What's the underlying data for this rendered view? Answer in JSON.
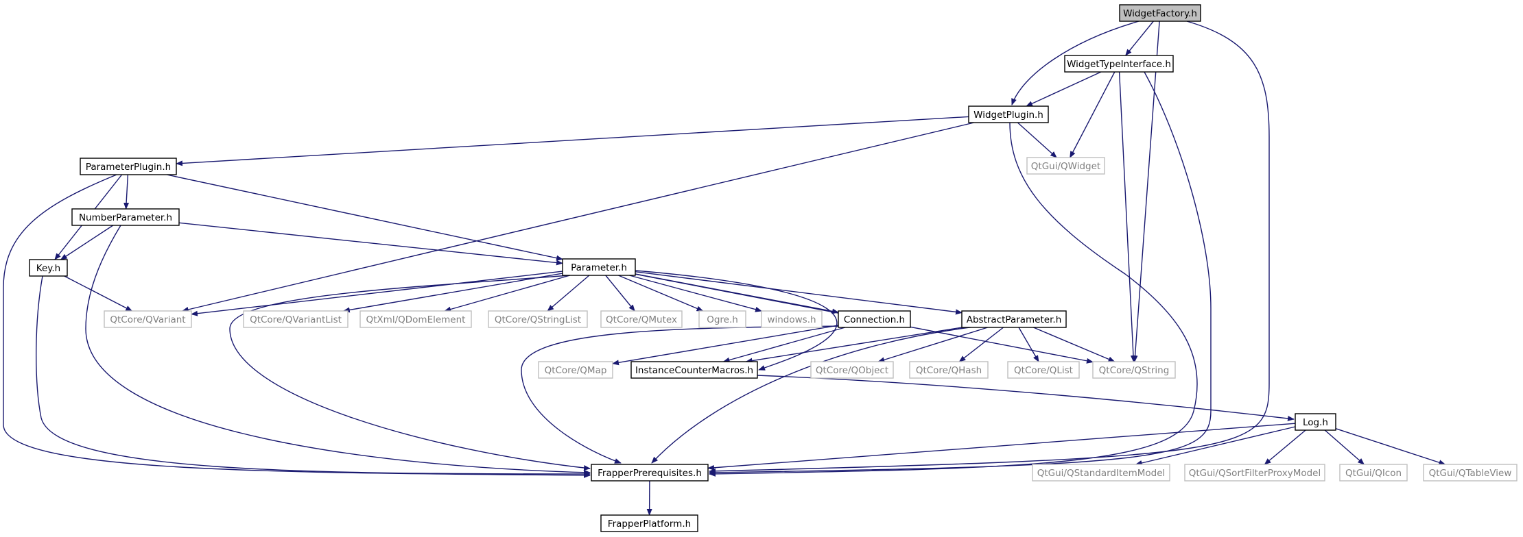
{
  "colors": {
    "edge": "#191970",
    "node_border": "#000000",
    "external_border": "#bfbfbf",
    "external_text": "#808080",
    "root_fill": "#bfbfbf",
    "text": "#000000"
  },
  "nodes": [
    {
      "id": "widgetfactory",
      "label": "WidgetFactory.h",
      "kind": "root"
    },
    {
      "id": "widgettypeinterface",
      "label": "WidgetTypeInterface.h",
      "kind": "header"
    },
    {
      "id": "widgetplugin",
      "label": "WidgetPlugin.h",
      "kind": "header"
    },
    {
      "id": "qwidget",
      "label": "QtGui/QWidget",
      "kind": "external"
    },
    {
      "id": "parameterplugin",
      "label": "ParameterPlugin.h",
      "kind": "header"
    },
    {
      "id": "numberparameter",
      "label": "NumberParameter.h",
      "kind": "header"
    },
    {
      "id": "key",
      "label": "Key.h",
      "kind": "header"
    },
    {
      "id": "parameter",
      "label": "Parameter.h",
      "kind": "header"
    },
    {
      "id": "qvariant",
      "label": "QtCore/QVariant",
      "kind": "external"
    },
    {
      "id": "qvariantlist",
      "label": "QtCore/QVariantList",
      "kind": "external"
    },
    {
      "id": "qdomelement",
      "label": "QtXml/QDomElement",
      "kind": "external"
    },
    {
      "id": "qstringlist",
      "label": "QtCore/QStringList",
      "kind": "external"
    },
    {
      "id": "qmutex",
      "label": "QtCore/QMutex",
      "kind": "external"
    },
    {
      "id": "ogre",
      "label": "Ogre.h",
      "kind": "external"
    },
    {
      "id": "windows",
      "label": "windows.h",
      "kind": "external"
    },
    {
      "id": "connection",
      "label": "Connection.h",
      "kind": "header"
    },
    {
      "id": "abstractparameter",
      "label": "AbstractParameter.h",
      "kind": "header"
    },
    {
      "id": "qmap",
      "label": "QtCore/QMap",
      "kind": "external"
    },
    {
      "id": "instancecounter",
      "label": "InstanceCounterMacros.h",
      "kind": "header"
    },
    {
      "id": "qobject",
      "label": "QtCore/QObject",
      "kind": "external"
    },
    {
      "id": "qhash",
      "label": "QtCore/QHash",
      "kind": "external"
    },
    {
      "id": "qlist",
      "label": "QtCore/QList",
      "kind": "external"
    },
    {
      "id": "qstring",
      "label": "QtCore/QString",
      "kind": "external"
    },
    {
      "id": "log",
      "label": "Log.h",
      "kind": "header"
    },
    {
      "id": "frapperprereq",
      "label": "FrapperPrerequisites.h",
      "kind": "header"
    },
    {
      "id": "qstandarditemmodel",
      "label": "QtGui/QStandardItemModel",
      "kind": "external"
    },
    {
      "id": "qsortfilter",
      "label": "QtGui/QSortFilterProxyModel",
      "kind": "external"
    },
    {
      "id": "qicon",
      "label": "QtGui/QIcon",
      "kind": "external"
    },
    {
      "id": "qtableview",
      "label": "QtGui/QTableView",
      "kind": "external"
    },
    {
      "id": "frapperplatform",
      "label": "FrapperPlatform.h",
      "kind": "header"
    }
  ],
  "edges": [
    {
      "from": "widgetfactory",
      "to": "widgettypeinterface"
    },
    {
      "from": "widgetfactory",
      "to": "widgetplugin"
    },
    {
      "from": "widgetfactory",
      "to": "qstring"
    },
    {
      "from": "widgetfactory",
      "to": "frapperprereq"
    },
    {
      "from": "widgettypeinterface",
      "to": "widgetplugin"
    },
    {
      "from": "widgettypeinterface",
      "to": "qwidget"
    },
    {
      "from": "widgettypeinterface",
      "to": "qstring"
    },
    {
      "from": "widgettypeinterface",
      "to": "frapperprereq"
    },
    {
      "from": "widgetplugin",
      "to": "parameterplugin"
    },
    {
      "from": "widgetplugin",
      "to": "qwidget"
    },
    {
      "from": "widgetplugin",
      "to": "qvariant"
    },
    {
      "from": "widgetplugin",
      "to": "frapperprereq"
    },
    {
      "from": "parameterplugin",
      "to": "numberparameter"
    },
    {
      "from": "parameterplugin",
      "to": "key"
    },
    {
      "from": "parameterplugin",
      "to": "parameter"
    },
    {
      "from": "parameterplugin",
      "to": "frapperprereq"
    },
    {
      "from": "numberparameter",
      "to": "key"
    },
    {
      "from": "numberparameter",
      "to": "parameter"
    },
    {
      "from": "numberparameter",
      "to": "frapperprereq"
    },
    {
      "from": "key",
      "to": "qvariant"
    },
    {
      "from": "key",
      "to": "frapperprereq"
    },
    {
      "from": "parameter",
      "to": "qvariant"
    },
    {
      "from": "parameter",
      "to": "qvariantlist"
    },
    {
      "from": "parameter",
      "to": "qdomelement"
    },
    {
      "from": "parameter",
      "to": "qstringlist"
    },
    {
      "from": "parameter",
      "to": "qmutex"
    },
    {
      "from": "parameter",
      "to": "ogre"
    },
    {
      "from": "parameter",
      "to": "windows"
    },
    {
      "from": "parameter",
      "to": "connection"
    },
    {
      "from": "parameter",
      "to": "abstractparameter"
    },
    {
      "from": "parameter",
      "to": "instancecounter"
    },
    {
      "from": "parameter",
      "to": "qstring"
    },
    {
      "from": "parameter",
      "to": "frapperprereq"
    },
    {
      "from": "connection",
      "to": "qmap"
    },
    {
      "from": "connection",
      "to": "instancecounter"
    },
    {
      "from": "connection",
      "to": "frapperprereq"
    },
    {
      "from": "abstractparameter",
      "to": "qobject"
    },
    {
      "from": "abstractparameter",
      "to": "qhash"
    },
    {
      "from": "abstractparameter",
      "to": "qlist"
    },
    {
      "from": "abstractparameter",
      "to": "qstring"
    },
    {
      "from": "abstractparameter",
      "to": "instancecounter"
    },
    {
      "from": "abstractparameter",
      "to": "frapperprereq"
    },
    {
      "from": "instancecounter",
      "to": "log"
    },
    {
      "from": "log",
      "to": "frapperprereq"
    },
    {
      "from": "log",
      "to": "qstandarditemmodel"
    },
    {
      "from": "log",
      "to": "qsortfilter"
    },
    {
      "from": "log",
      "to": "qicon"
    },
    {
      "from": "log",
      "to": "qtableview"
    },
    {
      "from": "frapperprereq",
      "to": "frapperplatform"
    }
  ]
}
